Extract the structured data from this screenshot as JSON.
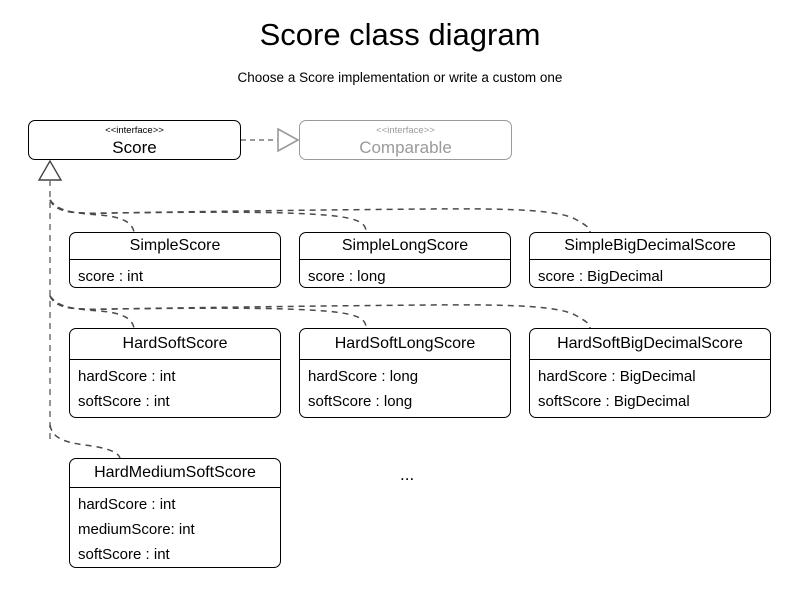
{
  "header": {
    "title": "Score class diagram",
    "subtitle": "Choose a Score implementation or write a custom one"
  },
  "stereotype": "<<interface>>",
  "interfaces": {
    "score": {
      "stereotype": "<<interface>>",
      "name": "Score",
      "color": "#000000"
    },
    "comparable": {
      "stereotype": "<<interface>>",
      "name": "Comparable",
      "color": "#9a9a9a"
    }
  },
  "classes": [
    {
      "name": "SimpleScore",
      "attributes": [
        "score : int"
      ]
    },
    {
      "name": "SimpleLongScore",
      "attributes": [
        "score : long"
      ]
    },
    {
      "name": "SimpleBigDecimalScore",
      "attributes": [
        "score : BigDecimal"
      ]
    },
    {
      "name": "HardSoftScore",
      "attributes": [
        "hardScore : int",
        "softScore : int"
      ]
    },
    {
      "name": "HardSoftLongScore",
      "attributes": [
        "hardScore : long",
        "softScore : long"
      ]
    },
    {
      "name": "HardSoftBigDecimalScore",
      "attributes": [
        "hardScore : BigDecimal",
        "softScore : BigDecimal"
      ]
    },
    {
      "name": "HardMediumSoftScore",
      "attributes": [
        "hardScore : int",
        "mediumScore: int",
        "softScore : int"
      ]
    }
  ],
  "more_indicator": "...",
  "relationships": {
    "realization": {
      "from": "Score",
      "to": "Comparable",
      "style": "dashed",
      "arrow": "hollow-triangle",
      "color": "#9a9a9a"
    },
    "generalization": {
      "parent": "Score",
      "style": "dashed",
      "arrow": "hollow-triangle",
      "color": "#555555",
      "children": [
        "SimpleScore",
        "SimpleLongScore",
        "SimpleBigDecimalScore",
        "HardSoftScore",
        "HardSoftLongScore",
        "HardSoftBigDecimalScore",
        "HardMediumSoftScore"
      ]
    }
  }
}
